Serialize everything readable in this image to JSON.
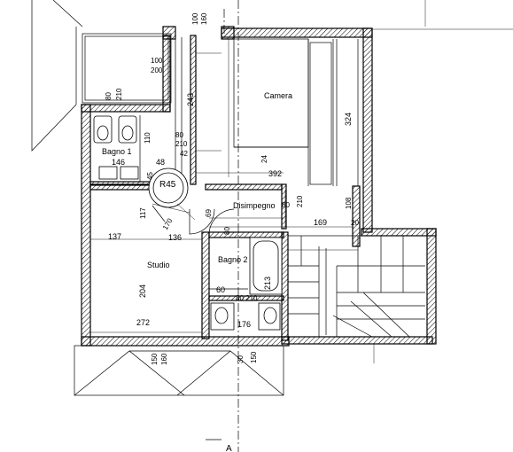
{
  "rooms": {
    "camera": "Camera",
    "bagno1": "Bagno 1",
    "disimpegno": "Disimpegno",
    "studio": "Studio",
    "bagno2": "Bagno 2",
    "r45": "R45"
  },
  "dims": {
    "d100_top": "100",
    "d160_top": "160",
    "d100_200": "100\n200",
    "d80": "80",
    "d243": "243",
    "d324": "324",
    "d110": "110",
    "d80_210": "80\n210",
    "d42": "42",
    "d146": "146",
    "d48": "48",
    "d24": "24",
    "d392": "392",
    "d45": "45",
    "d117": "117",
    "d170": "170",
    "d69": "69",
    "d80b": "80",
    "d210": "210",
    "d108": "108",
    "d169": "169",
    "d20": "20",
    "d137": "137",
    "d136": "136",
    "d80c": "80",
    "d204": "204",
    "d213": "213",
    "d60": "60",
    "d80_210b": "80 210",
    "d176": "176",
    "d272": "272",
    "d150": "150",
    "d160": "160",
    "d30": "30",
    "d150b": "150"
  },
  "section_marker": "A",
  "stairs": {
    "steps": 9
  }
}
